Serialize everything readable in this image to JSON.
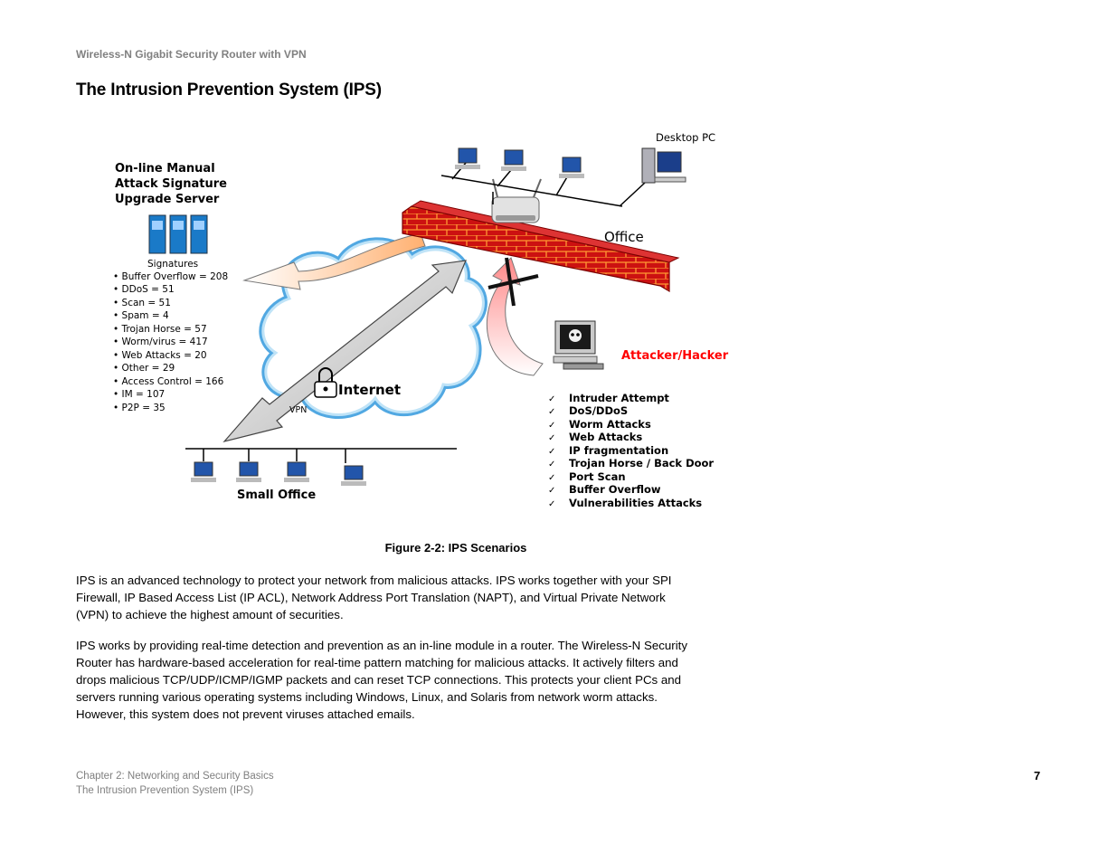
{
  "header": {
    "product": "Wireless-N Gigabit Security Router with VPN"
  },
  "section_title": "The Intrusion Prevention System (IPS)",
  "figure": {
    "server_title": [
      "On-line Manual",
      "Attack Signature",
      "Upgrade Server"
    ],
    "signatures_label": "Signatures",
    "signatures": [
      "• Buffer Overflow = 208",
      "• DDoS = 51",
      "• Scan = 51",
      "• Spam = 4",
      "• Trojan Horse = 57",
      "• Worm/virus = 417",
      "• Web Attacks = 20",
      "• Other = 29",
      "•  Access Control = 166",
      "•  IM = 107",
      "•  P2P = 35"
    ],
    "desktop_label": "Desktop PC",
    "office_label": "Office",
    "attacker_label": "Attacker/Hacker",
    "attacks": [
      "Intruder Attempt",
      "DoS/DDoS",
      "Worm Attacks",
      "Web Attacks",
      "IP fragmentation",
      "Trojan Horse / Back Door",
      "Port Scan",
      "Buffer Overflow",
      "Vulnerabilities Attacks"
    ],
    "internet_label": "Internet",
    "vpn_label": "VPN",
    "small_office_label": "Small Office",
    "caption": "Figure 2-2: IPS Scenarios",
    "colors": {
      "attacker": "#ff0000",
      "firewall": "#cc1111",
      "mortar": "#f0a040",
      "cloud": "#3399dd"
    }
  },
  "body": {
    "p1": "IPS is an advanced technology to protect your network from malicious attacks. IPS works together with your SPI Firewall, IP Based Access List (IP ACL), Network Address Port Translation (NAPT), and Virtual Private Network (VPN) to achieve the highest amount of securities.",
    "p2": "IPS works by providing real-time detection and prevention as an in-line module in a router. The Wireless-N Security Router has hardware-based acceleration for real-time pattern matching for malicious attacks. It actively filters and drops malicious TCP/UDP/ICMP/IGMP packets and can reset TCP connections. This protects your client PCs and servers running various operating systems including Windows, Linux, and Solaris from network worm attacks. However, this system does not prevent viruses attached emails."
  },
  "footer": {
    "chapter": "Chapter 2: Networking and Security Basics",
    "section": "The Intrusion Prevention System (IPS)",
    "page": "7"
  }
}
